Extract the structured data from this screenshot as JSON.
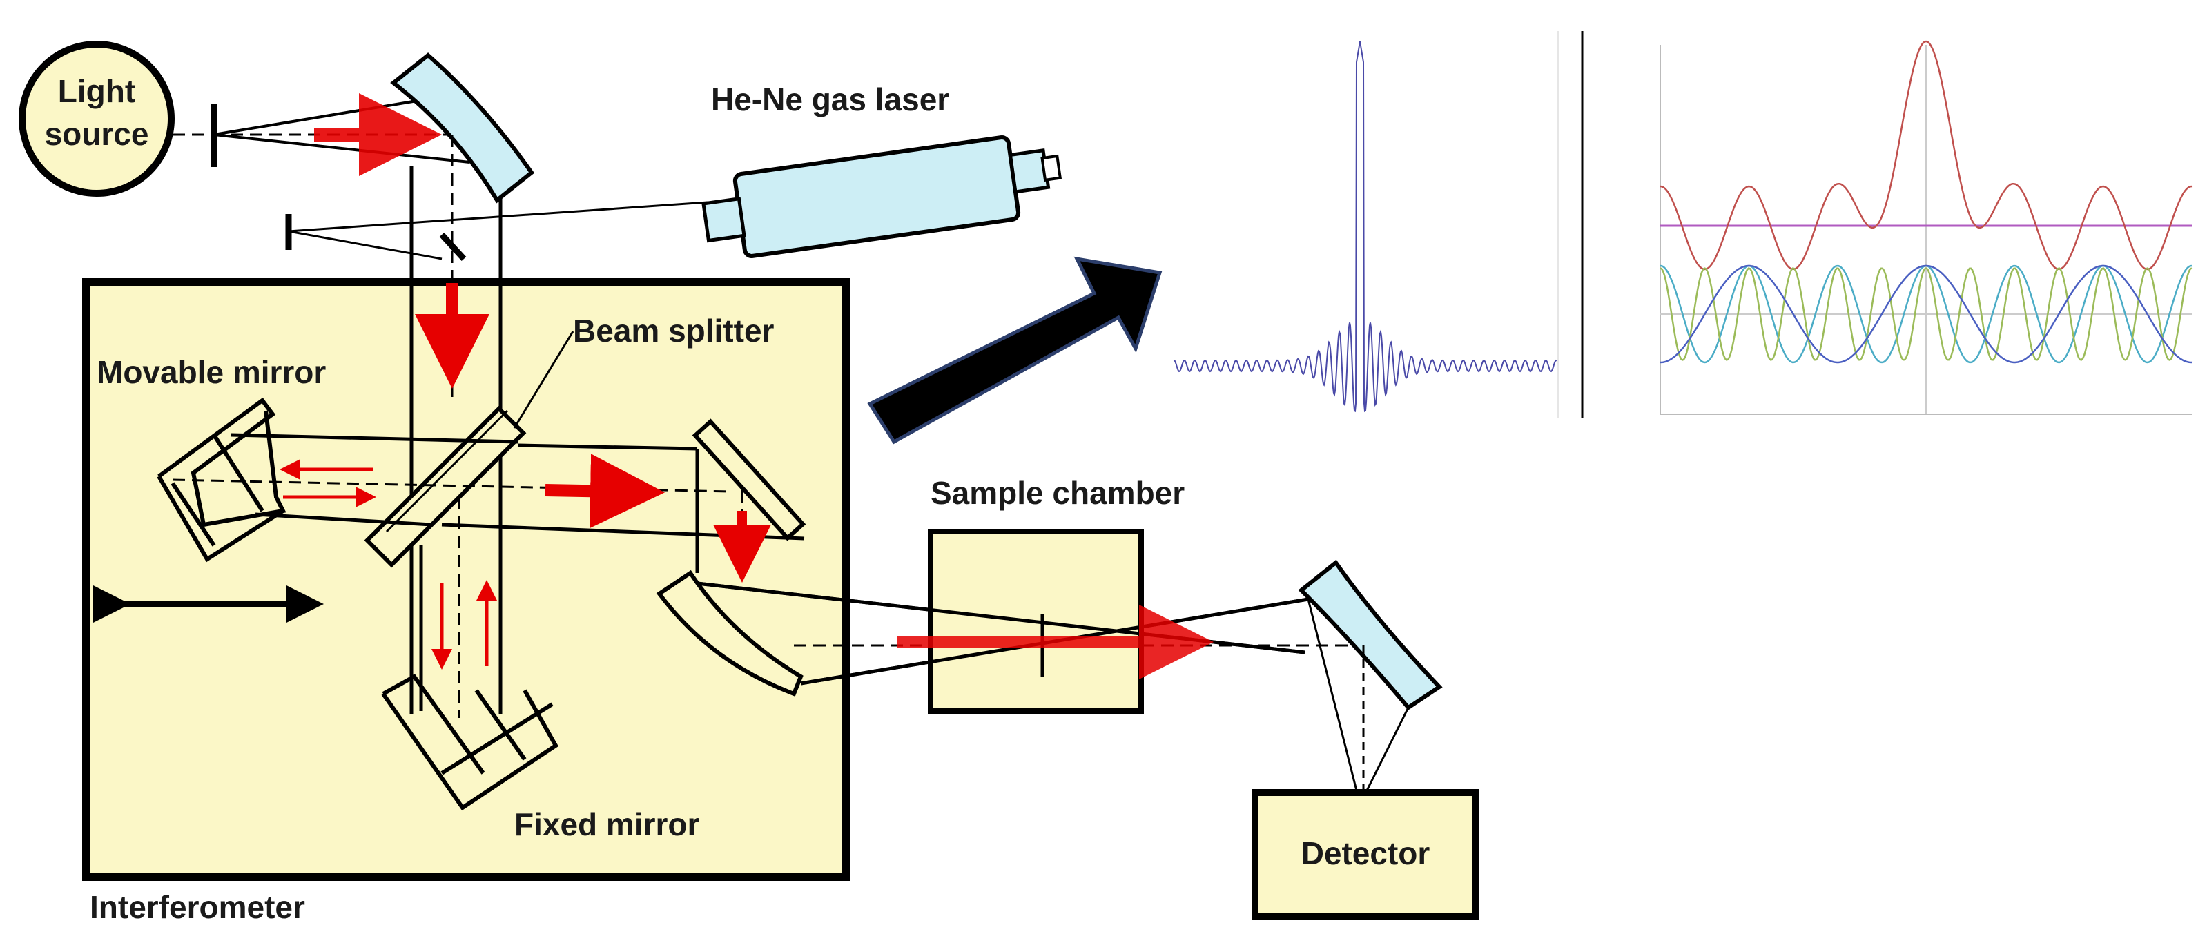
{
  "labels": {
    "light_source_line1": "Light",
    "light_source_line2": "source",
    "he_ne_laser": "He-Ne gas laser",
    "beam_splitter": "Beam splitter",
    "movable_mirror": "Movable mirror",
    "sample_chamber": "Sample chamber",
    "fixed_mirror": "Fixed mirror",
    "interferometer": "Interferometer",
    "detector": "Detector"
  },
  "colors": {
    "box_fill": "#fbf7c7",
    "mirror_fill": "#cdeef5",
    "beam_arrow": "#e60000",
    "interferogram_line": "#4a4aa8",
    "cosine_red": "#c0504d",
    "cosine_magenta": "#b05bc0",
    "cosine_green": "#4bacc6",
    "cosine_teal": "#9bbb59",
    "cosine_blue": "#4a5fc1"
  },
  "icons": {
    "transfer_arrow": "big-black-arrow-icon",
    "motion_arrow": "double-headed-arrow-icon"
  }
}
